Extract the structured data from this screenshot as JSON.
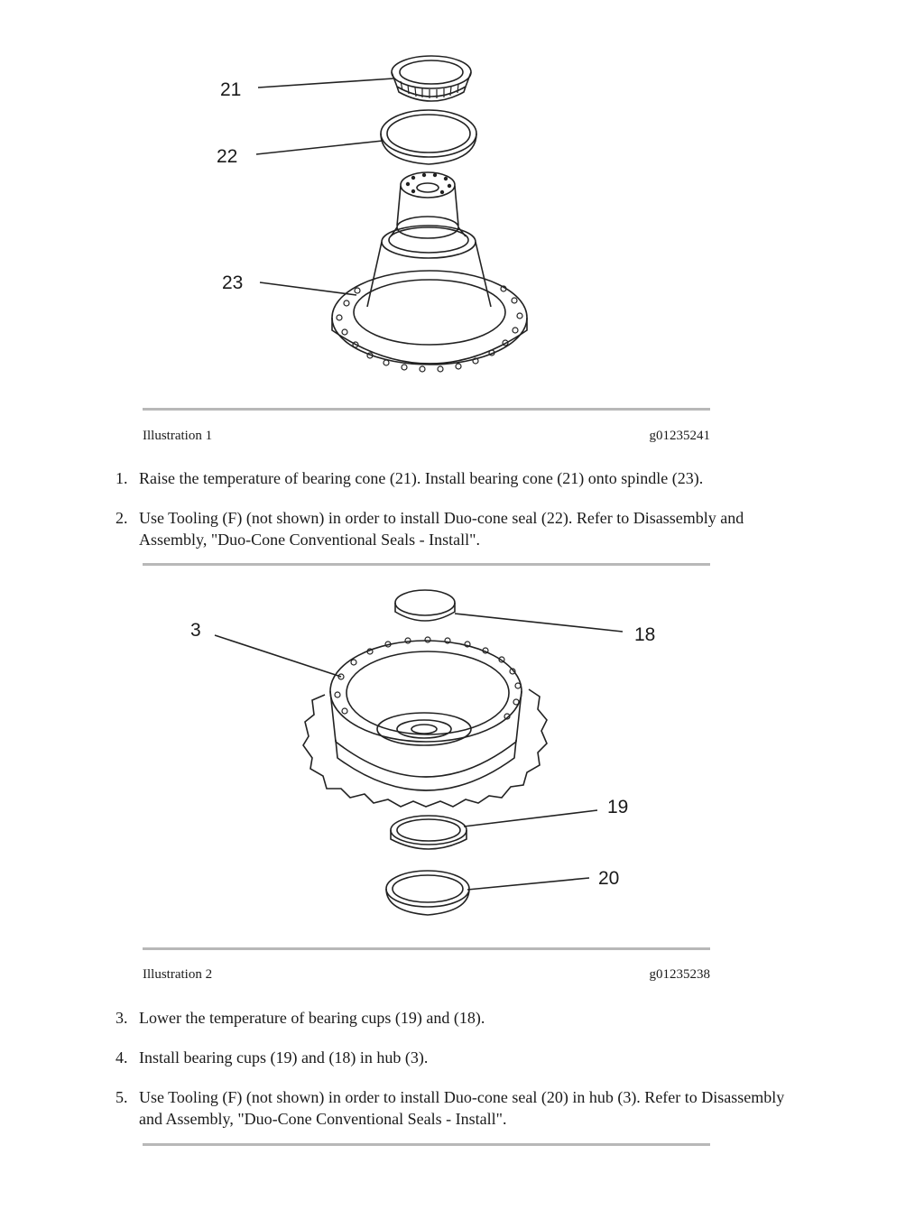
{
  "illustration1": {
    "label": "Illustration 1",
    "code": "g01235241",
    "callouts": {
      "c21": "21",
      "c22": "22",
      "c23": "23"
    }
  },
  "steps_a": [
    {
      "num": "1.",
      "text": "Raise the temperature of bearing cone (21). Install bearing cone (21) onto spindle (23)."
    },
    {
      "num": "2.",
      "text": "Use Tooling (F) (not shown) in order to install Duo-cone seal (22). Refer to Disassembly and Assembly, \"Duo-Cone Conventional Seals - Install\"."
    }
  ],
  "illustration2": {
    "label": "Illustration 2",
    "code": "g01235238",
    "callouts": {
      "c3": "3",
      "c18": "18",
      "c19": "19",
      "c20": "20"
    }
  },
  "steps_b": [
    {
      "num": "3.",
      "text": "Lower the temperature of bearing cups (19) and (18)."
    },
    {
      "num": "4.",
      "text": "Install bearing cups (19) and (18) in hub (3)."
    },
    {
      "num": "5.",
      "text": "Use Tooling (F) (not shown) in order to install Duo-cone seal (20) in hub (3). Refer to Disassembly and Assembly, \"Duo-Cone Conventional Seals - Install\"."
    }
  ]
}
